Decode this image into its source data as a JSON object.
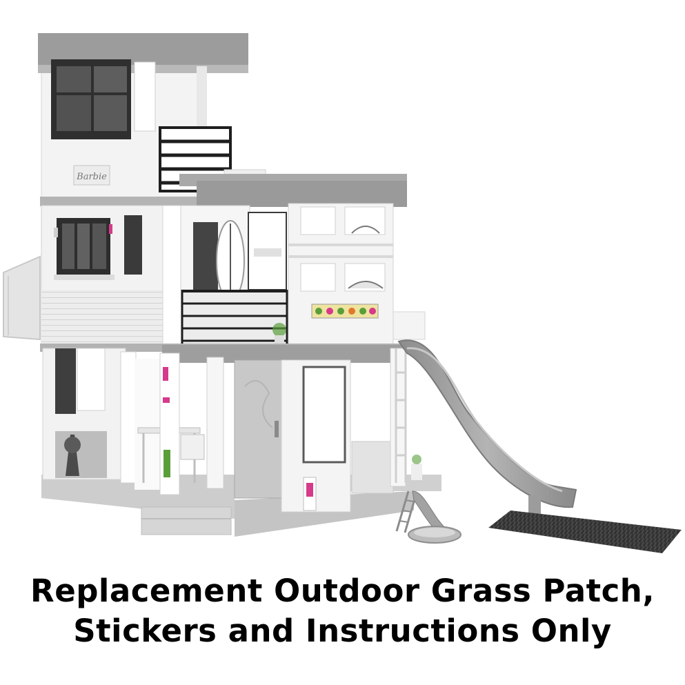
{
  "photo": {
    "subject": "toy-dreamhouse-playset",
    "sign_text": "Barbie",
    "colors": {
      "wall": "#f2f2f2",
      "trim": "#9a9a9a",
      "slide": "#a8a8a8",
      "window": "#3a3a3a",
      "grass": "#3c3c3c",
      "accent_pink": "#d63a8a",
      "accent_green": "#5a9e3a"
    }
  },
  "caption": {
    "line1": "Replacement Outdoor Grass Patch,",
    "line2": "Stickers and Instructions Only"
  }
}
